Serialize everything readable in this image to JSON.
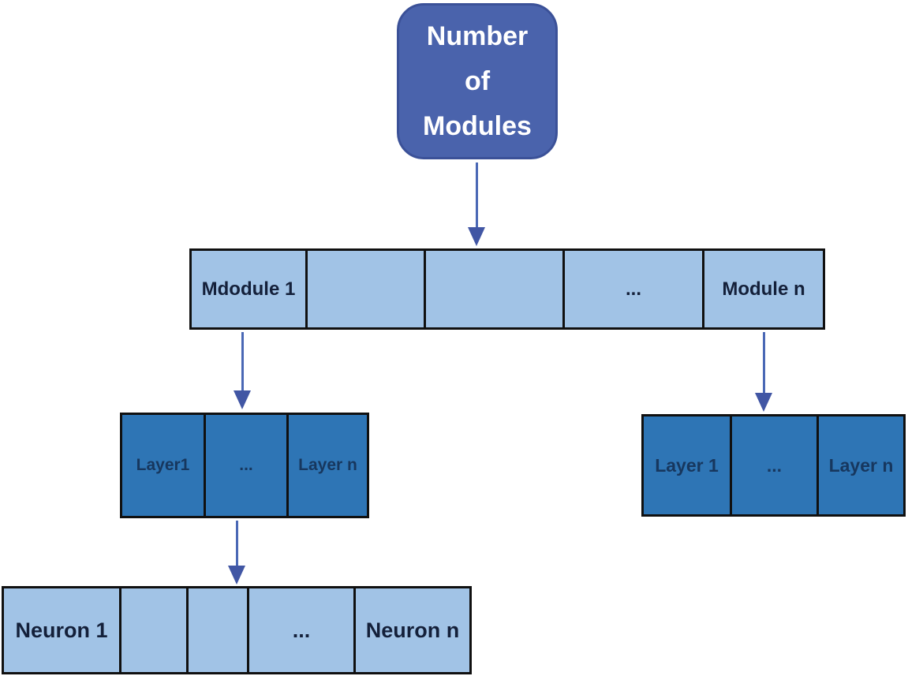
{
  "root": {
    "lines": [
      "Number",
      "of",
      "Modules"
    ]
  },
  "rows": {
    "modules": {
      "cells": [
        "Mdodule 1",
        "",
        "",
        "...",
        "Module n"
      ]
    },
    "layers_left": {
      "cells": [
        "Layer1",
        "...",
        "Layer n"
      ]
    },
    "layers_right": {
      "cells": [
        "Layer 1",
        "...",
        "Layer n"
      ]
    },
    "neurons": {
      "cells": [
        "Neuron 1",
        "",
        "",
        "...",
        "Neuron n"
      ]
    }
  },
  "connectors": [
    {
      "from": "root-node",
      "to": "modules-row"
    },
    {
      "from": "modules-row-cell-1",
      "to": "layers-left-row"
    },
    {
      "from": "modules-row-cell-5",
      "to": "layers-right-row"
    },
    {
      "from": "layers-left-row",
      "to": "neurons-row"
    }
  ],
  "colors": {
    "root_fill": "#4a63ac",
    "root_border": "#3b5198",
    "root_text": "#ffffff",
    "light_cell_fill": "#a1c3e6",
    "light_cell_text": "#14203a",
    "dark_cell_fill": "#2e75b5",
    "dark_cell_text": "#17375e",
    "cell_border": "#101010",
    "arrow": "#4a68b5",
    "background": "#ffffff"
  }
}
